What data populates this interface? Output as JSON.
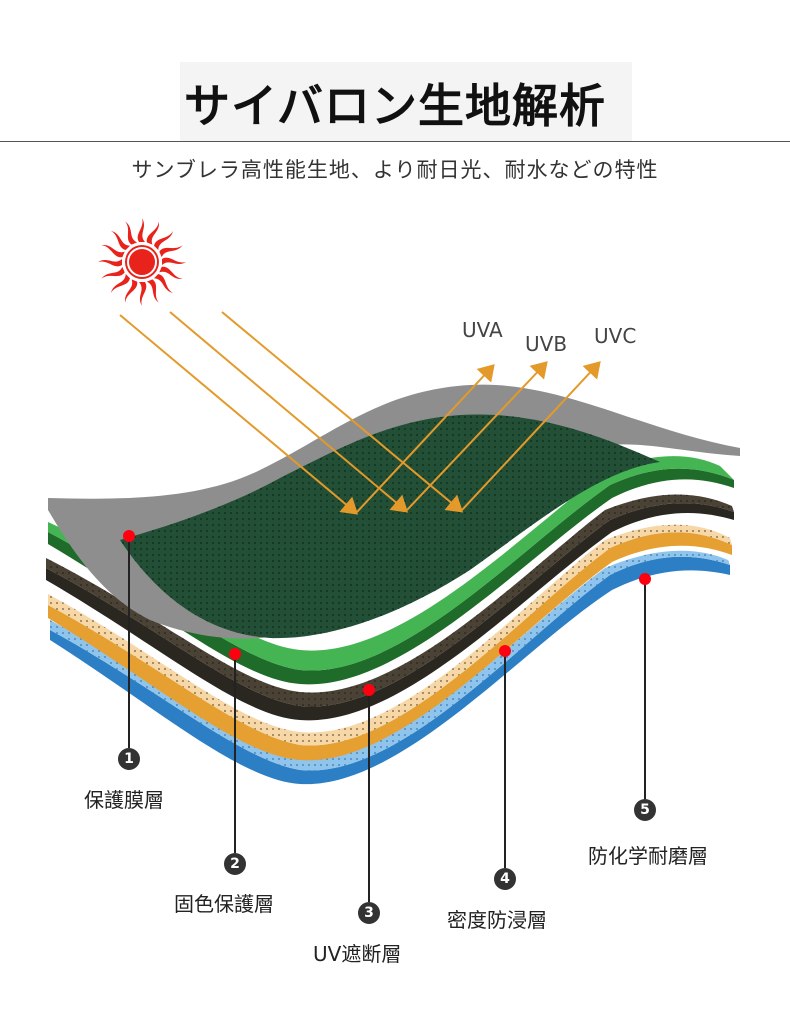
{
  "header": {
    "title": "サイバロン生地解析",
    "subtitle": "サンブレラ高性能生地、より耐日光、耐水などの特性"
  },
  "rays": [
    "UVA",
    "UVB",
    "UVC"
  ],
  "layers": [
    {
      "number": "1",
      "label": "保護膜層",
      "color": "#9a9a9a"
    },
    {
      "number": "2",
      "label": "固色保護層",
      "color": "#3aa64a"
    },
    {
      "number": "3",
      "label": "UV遮断層",
      "color": "#4a4034"
    },
    {
      "number": "4",
      "label": "密度防浸層",
      "color": "#f0c48a"
    },
    {
      "number": "5",
      "label": "防化学耐磨層",
      "color": "#8ec4ea"
    }
  ],
  "colors": {
    "ray_arrow": "#e39a2a",
    "sun": "#e8231c",
    "marker": "#ff0010",
    "top_surface": "#224f36"
  },
  "icons": {
    "sun": "sun-icon"
  }
}
